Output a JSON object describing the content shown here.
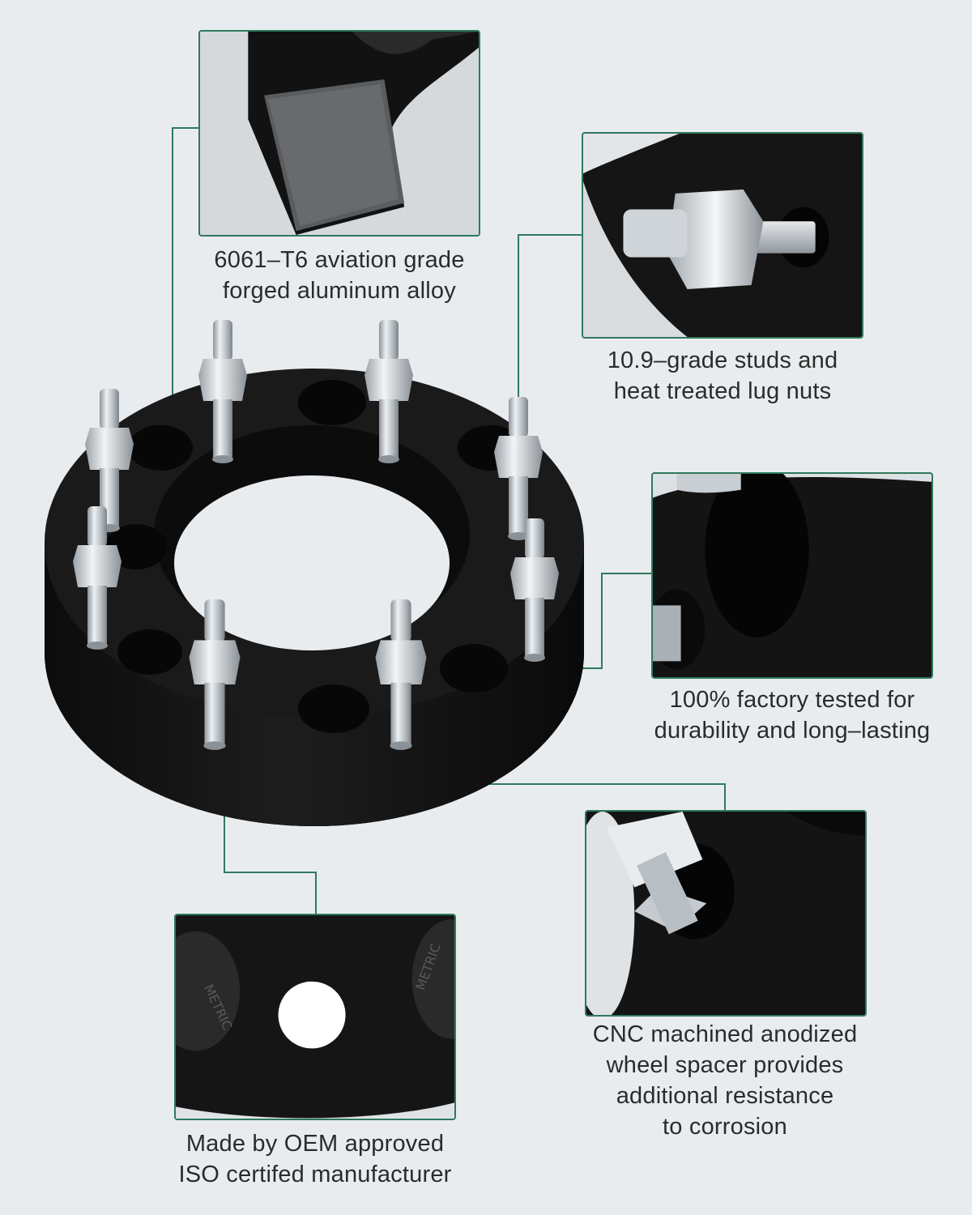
{
  "colors": {
    "background": "#e9ecef",
    "accent_green": "#2e7a5c",
    "spacer_black": "#141414",
    "stud_silver": "#c9ced3",
    "caption_text": "#2b2b2b"
  },
  "callouts": [
    {
      "id": "material",
      "lines": [
        "6061–T6 aviation grade",
        "forged aluminum alloy"
      ]
    },
    {
      "id": "studs",
      "lines": [
        "10.9–grade studs and",
        "heat treated lug nuts"
      ]
    },
    {
      "id": "testing",
      "lines": [
        "100% factory tested for",
        "durability and long–lasting"
      ]
    },
    {
      "id": "certification",
      "lines": [
        "Made by OEM approved",
        "ISO certifed manufacturer"
      ]
    },
    {
      "id": "finish",
      "lines": [
        "CNC machined anodized",
        "wheel spacer provides",
        "additional resistance",
        "to corrosion"
      ]
    }
  ],
  "stamp_text": "METRIC",
  "icons": {
    "callout_dot": "dot-icon",
    "product": "wheel-spacer-image"
  }
}
